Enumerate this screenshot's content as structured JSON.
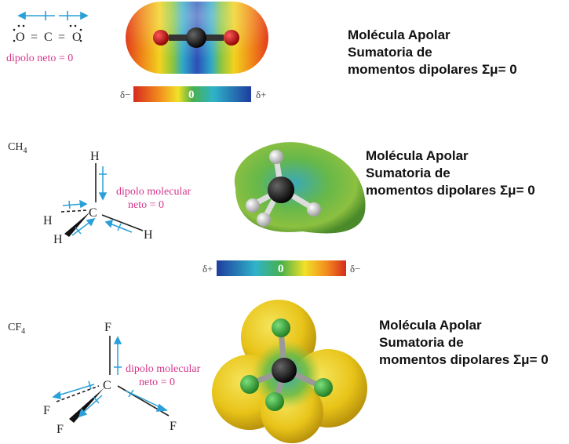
{
  "co2": {
    "structure": {
      "o_left": "O",
      "bond1": "=",
      "c": "C",
      "bond2": "=",
      "o_right": "O"
    },
    "net_dipole": "dipolo neto = 0",
    "scale": {
      "neg": "δ−",
      "zero": "0",
      "pos": "δ+"
    },
    "caption": [
      "Molécula Apolar",
      "Sumatoria de",
      "momentos dipolares Σμ= 0"
    ]
  },
  "ch4": {
    "formula_base": "CH",
    "formula_sub": "4",
    "center": "C",
    "substituent": "H",
    "net_dipole_line1": "dipolo molecular",
    "net_dipole_line2": "neto = 0",
    "scale": {
      "pos": "δ+",
      "zero": "0",
      "neg": "δ−"
    },
    "caption": [
      "Molécula Apolar",
      "Sumatoria de",
      "momentos dipolares Σμ= 0"
    ]
  },
  "cf4": {
    "formula_base": "CF",
    "formula_sub": "4",
    "center": "C",
    "substituent": "F",
    "net_dipole_line1": "dipolo molecular",
    "net_dipole_line2": "neto = 0",
    "caption": [
      "Molécula Apolar",
      "Sumatoria de",
      "momentos dipolares Σμ= 0"
    ]
  },
  "colors": {
    "dipole_arrow": "#2a9fd8",
    "annotation": "#d6358b",
    "carbon": "#111111",
    "oxygen": "#c8141a",
    "hydrogen": "#e6e6e6",
    "fluorine": "#3aa83a"
  }
}
